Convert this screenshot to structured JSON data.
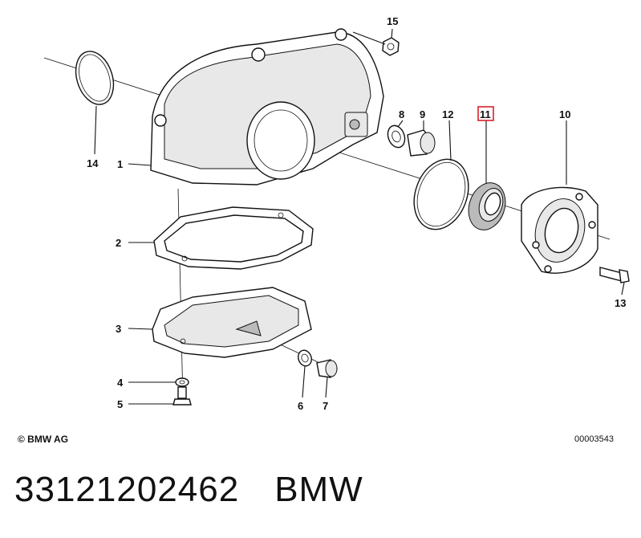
{
  "diagram": {
    "callouts": [
      {
        "id": "1",
        "label": "1"
      },
      {
        "id": "2",
        "label": "2"
      },
      {
        "id": "3",
        "label": "3"
      },
      {
        "id": "4",
        "label": "4"
      },
      {
        "id": "5",
        "label": "5"
      },
      {
        "id": "6",
        "label": "6"
      },
      {
        "id": "7",
        "label": "7"
      },
      {
        "id": "8",
        "label": "8"
      },
      {
        "id": "9",
        "label": "9"
      },
      {
        "id": "10",
        "label": "10"
      },
      {
        "id": "11",
        "label": "11",
        "highlighted": true
      },
      {
        "id": "12",
        "label": "12"
      },
      {
        "id": "13",
        "label": "13"
      },
      {
        "id": "14",
        "label": "14"
      },
      {
        "id": "15",
        "label": "15"
      }
    ],
    "highlight_color": "#d9202a",
    "copyright": "© BMW AG",
    "document_number": "00003543"
  },
  "footer": {
    "part_number": "33121202462",
    "brand": "BMW"
  }
}
